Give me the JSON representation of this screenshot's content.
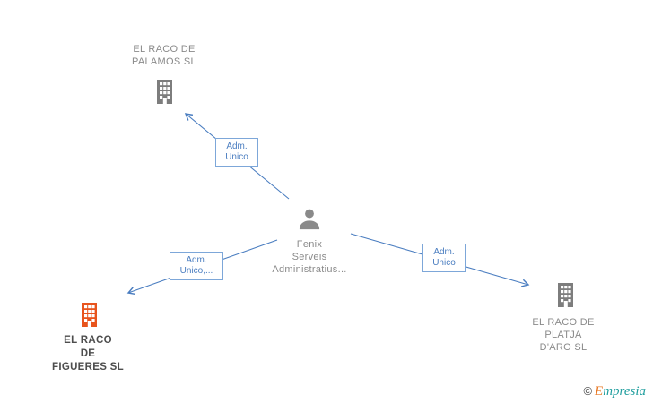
{
  "diagram": {
    "type": "corporate-relationship-network",
    "nodes": {
      "palamos": {
        "label": "EL RACO DE PALAMOS SL",
        "lines": [
          "EL RACO DE",
          "PALAMOS SL"
        ],
        "kind": "company",
        "icon": "building-icon",
        "color": "#7d7d7d"
      },
      "fenix": {
        "label": "Fenix Serveis Administratius...",
        "lines": [
          "Fenix",
          "Serveis",
          "Administratius..."
        ],
        "kind": "person",
        "icon": "person-icon",
        "color": "#8a8a8a"
      },
      "figueres": {
        "label": "EL RACO DE FIGUERES SL",
        "lines": [
          "EL RACO",
          "DE",
          "FIGUERES SL"
        ],
        "kind": "company",
        "icon": "building-icon",
        "color": "#e8541d",
        "highlighted": true
      },
      "platja": {
        "label": "EL RACO DE PLATJA D'ARO SL",
        "lines": [
          "EL RACO DE",
          "PLATJA",
          "D'ARO SL"
        ],
        "kind": "company",
        "icon": "building-icon",
        "color": "#7d7d7d"
      }
    },
    "edges": [
      {
        "from": "fenix",
        "to": "palamos",
        "label": "Adm. Unico",
        "lines": [
          "Adm.",
          "Unico"
        ]
      },
      {
        "from": "fenix",
        "to": "figueres",
        "label": "Adm. Unico,...",
        "lines": [
          "Adm.",
          "Unico,..."
        ]
      },
      {
        "from": "fenix",
        "to": "platja",
        "label": "Adm. Unico",
        "lines": [
          "Adm.",
          "Unico"
        ]
      }
    ],
    "colors": {
      "edge_blue": "#4a7dc0",
      "edge_box_border": "#7da7d9",
      "building_gray": "#7d7d7d",
      "building_orange": "#e8541d",
      "label_gray": "#8a8a8a",
      "label_dark": "#4d4d4d",
      "brand_teal": "#1f9e9e",
      "brand_orange": "#e87722"
    }
  },
  "footer": {
    "copyright_symbol": "©",
    "brand": "Empresia"
  }
}
